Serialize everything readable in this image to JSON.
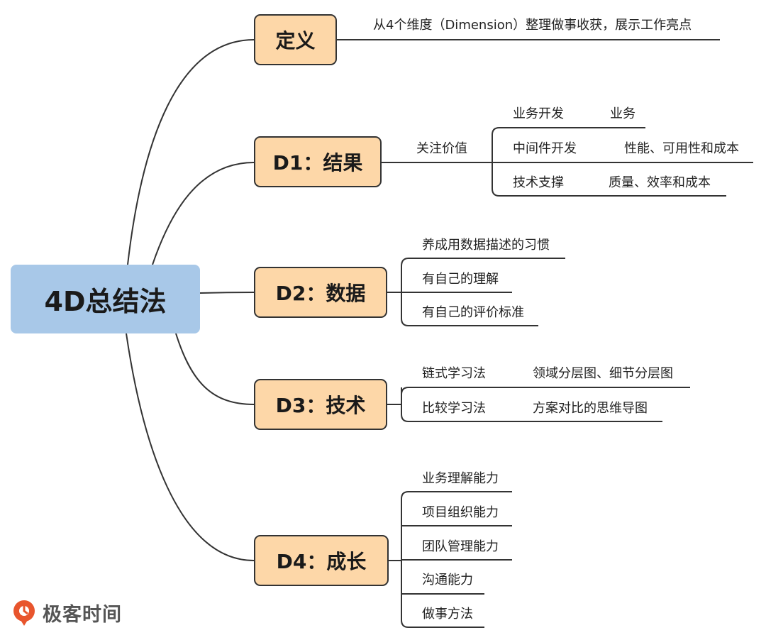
{
  "root": {
    "label": "4D总结法"
  },
  "branches": {
    "definition": {
      "label": "定义",
      "description": "从4个维度（Dimension）整理做事收获，展示工作亮点"
    },
    "d1": {
      "label": "D1：结果",
      "focus": "关注价值",
      "items": [
        {
          "label": "业务开发",
          "detail": "业务"
        },
        {
          "label": "中间件开发",
          "detail": "性能、可用性和成本"
        },
        {
          "label": "技术支撑",
          "detail": "质量、效率和成本"
        }
      ]
    },
    "d2": {
      "label": "D2：数据",
      "items": [
        "养成用数据描述的习惯",
        "有自己的理解",
        "有自己的评价标准"
      ]
    },
    "d3": {
      "label": "D3：技术",
      "items": [
        {
          "label": "链式学习法",
          "detail": "领域分层图、细节分层图"
        },
        {
          "label": "比较学习法",
          "detail": "方案对比的思维导图"
        }
      ]
    },
    "d4": {
      "label": "D4：成长",
      "items": [
        "业务理解能力",
        "项目组织能力",
        "团队管理能力",
        "沟通能力",
        "做事方法"
      ]
    }
  },
  "brand": {
    "name": "极客时间",
    "color": "#e8552d"
  },
  "colors": {
    "root": "#a8c8e8",
    "branch": "#fdd7a8",
    "line": "#333333"
  }
}
